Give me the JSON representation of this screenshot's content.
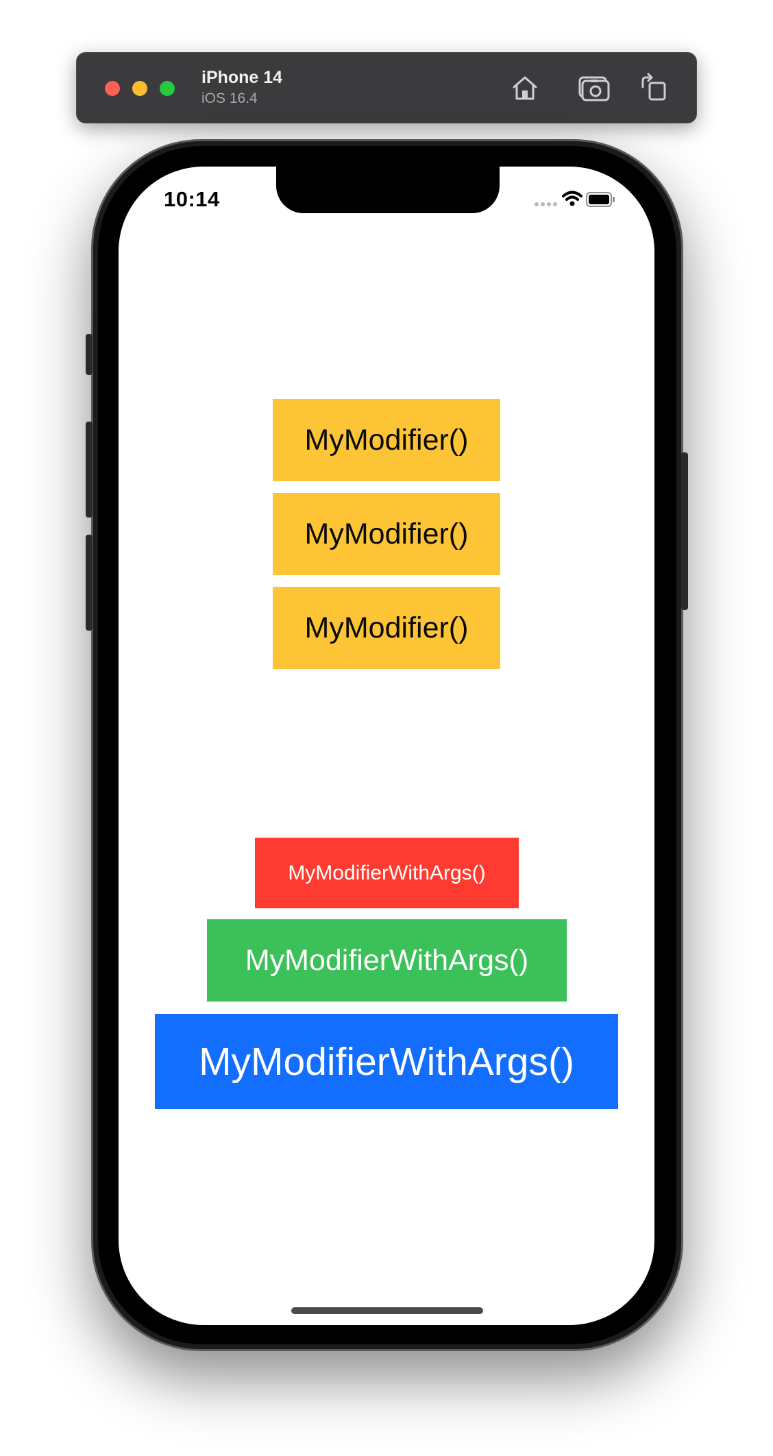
{
  "toolbar": {
    "device_name": "iPhone 14",
    "device_os": "iOS 16.4",
    "icons": [
      "home-icon",
      "screenshot-camera-icon",
      "rotate-icon"
    ],
    "traffic_colors": [
      "#fe5f57",
      "#febc2e",
      "#28c840"
    ]
  },
  "status_bar": {
    "time": "10:14",
    "icons": [
      "cellular-signal-icon",
      "wifi-icon",
      "battery-icon"
    ]
  },
  "modifier_blocks": [
    {
      "label": "MyModifier()",
      "color": "#fdc535"
    },
    {
      "label": "MyModifier()",
      "color": "#fdc535"
    },
    {
      "label": "MyModifier()",
      "color": "#fdc535"
    }
  ],
  "arg_blocks": [
    {
      "label": "MyModifierWithArgs()",
      "color": "#fe3b30"
    },
    {
      "label": "MyModifierWithArgs()",
      "color": "#3cc059"
    },
    {
      "label": "MyModifierWithArgs()",
      "color": "#136efd"
    }
  ]
}
